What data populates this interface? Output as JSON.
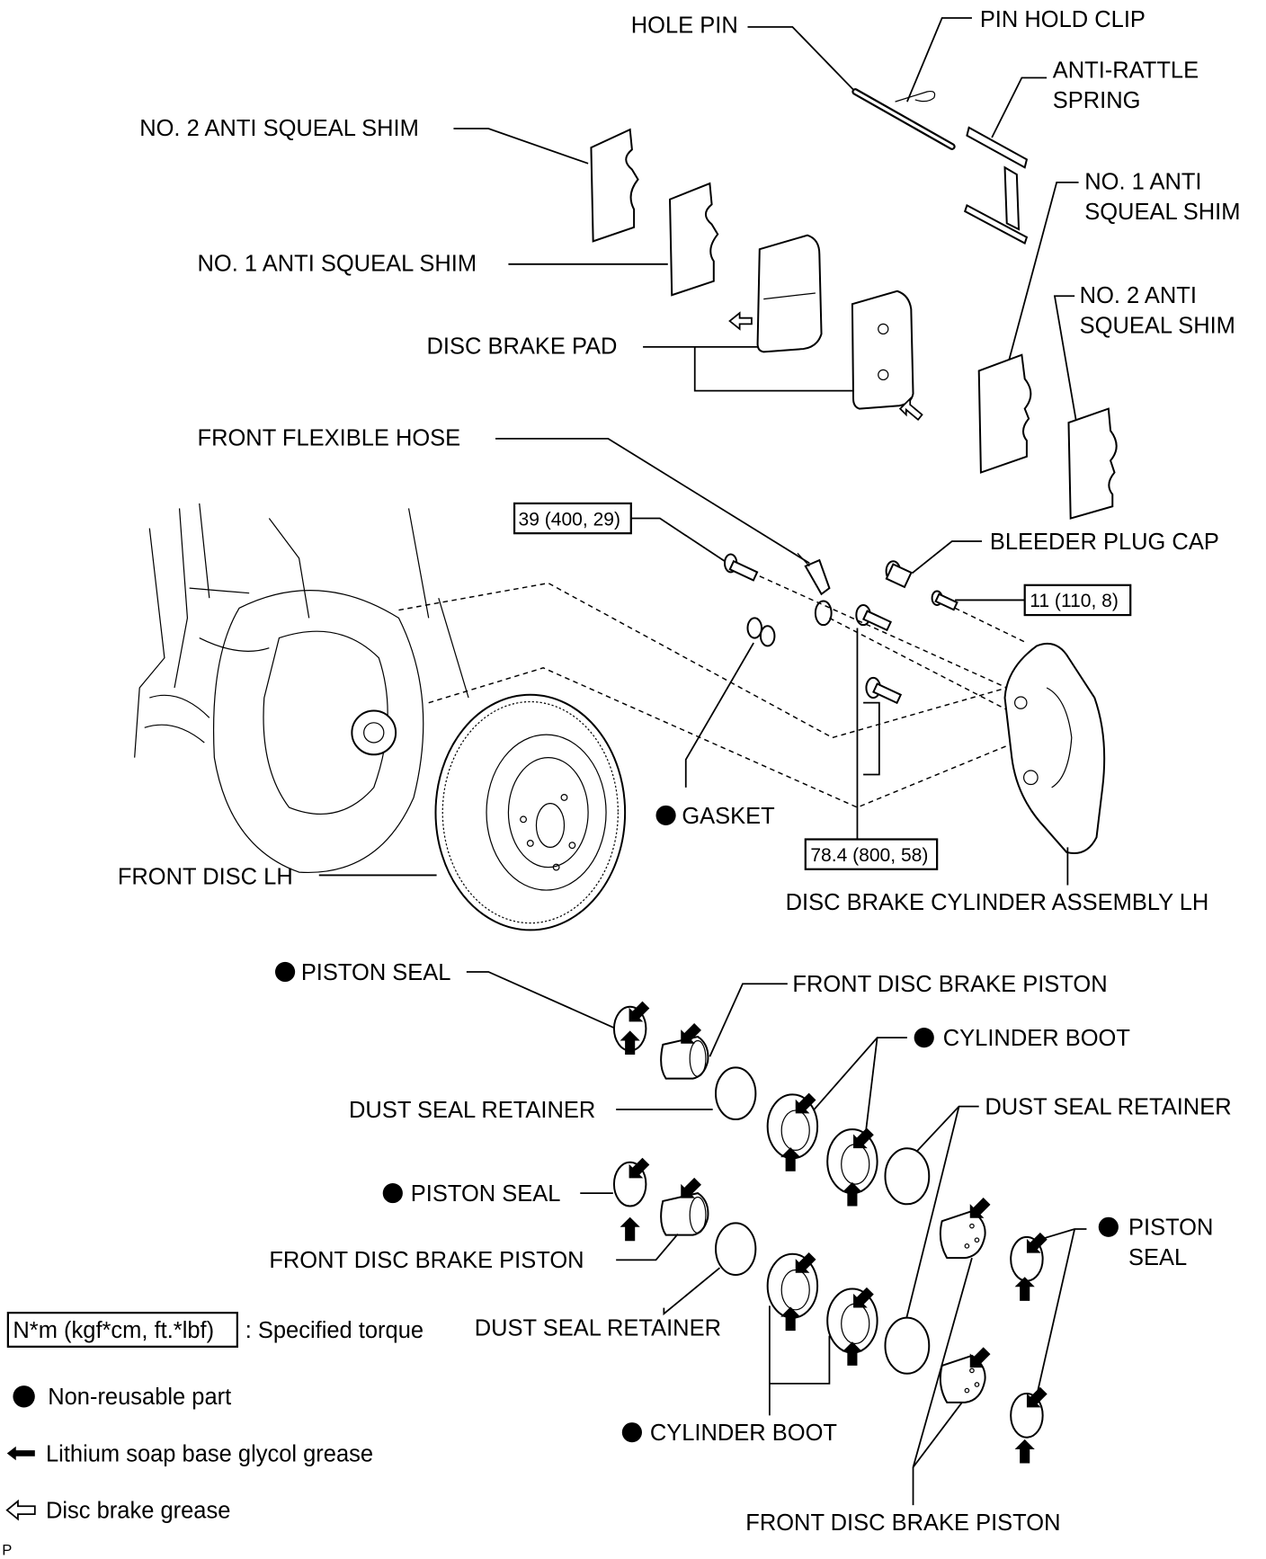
{
  "diagram": {
    "title": "Front disc brake components (LH)",
    "labels": {
      "hole_pin": "HOLE PIN",
      "pin_hold_clip": "PIN HOLD CLIP",
      "anti_rattle_spring_1": "ANTI-RATTLE",
      "anti_rattle_spring_2": "SPRING",
      "no2_shim_left": "NO. 2 ANTI SQUEAL SHIM",
      "no1_shim_left": "NO. 1 ANTI SQUEAL SHIM",
      "no1_shim_right_1": "NO. 1 ANTI",
      "no1_shim_right_2": "SQUEAL SHIM",
      "no2_shim_right_1": "NO. 2 ANTI",
      "no2_shim_right_2": "SQUEAL SHIM",
      "disc_brake_pad": "DISC BRAKE PAD",
      "front_flexible_hose": "FRONT FLEXIBLE HOSE",
      "bleeder_plug_cap": "BLEEDER PLUG CAP",
      "gasket": "GASKET",
      "front_disc_lh": "FRONT DISC LH",
      "disc_brake_cylinder_assembly_lh": "DISC BRAKE CYLINDER ASSEMBLY LH",
      "piston_seal_1": "PISTON SEAL",
      "front_disc_brake_piston_1": "FRONT DISC BRAKE PISTON",
      "cylinder_boot_1": "CYLINDER BOOT",
      "dust_seal_retainer_1": "DUST SEAL RETAINER",
      "dust_seal_retainer_2": "DUST SEAL RETAINER",
      "piston_seal_2": "PISTON SEAL",
      "front_disc_brake_piston_2": "FRONT DISC BRAKE PISTON",
      "piston_seal_3_line1": "PISTON",
      "piston_seal_3_line2": "SEAL",
      "dust_seal_retainer_3": "DUST SEAL RETAINER",
      "cylinder_boot_2": "CYLINDER BOOT",
      "front_disc_brake_piston_3": "FRONT DISC BRAKE PISTON"
    },
    "torques": {
      "flexible_hose_bolt": "39 (400, 29)",
      "bleeder_plug": "11 (110, 8)",
      "cylinder_mount_bolt": "78.4 (800, 58)"
    },
    "legend": {
      "torque_unit": "N*m (kgf*cm, ft.*lbf)",
      "torque_desc": ": Specified torque",
      "non_reusable": "Non-reusable part",
      "lithium_grease": "Lithium soap base glycol grease",
      "disc_brake_grease": "Disc brake grease"
    },
    "corner_mark": "P",
    "icons": {
      "non_reusable": "filled-circle-icon",
      "lithium_grease": "solid-arrow-icon",
      "disc_brake_grease": "outline-arrow-icon"
    },
    "colors": {
      "ink": "#000000",
      "paper": "#ffffff"
    }
  }
}
